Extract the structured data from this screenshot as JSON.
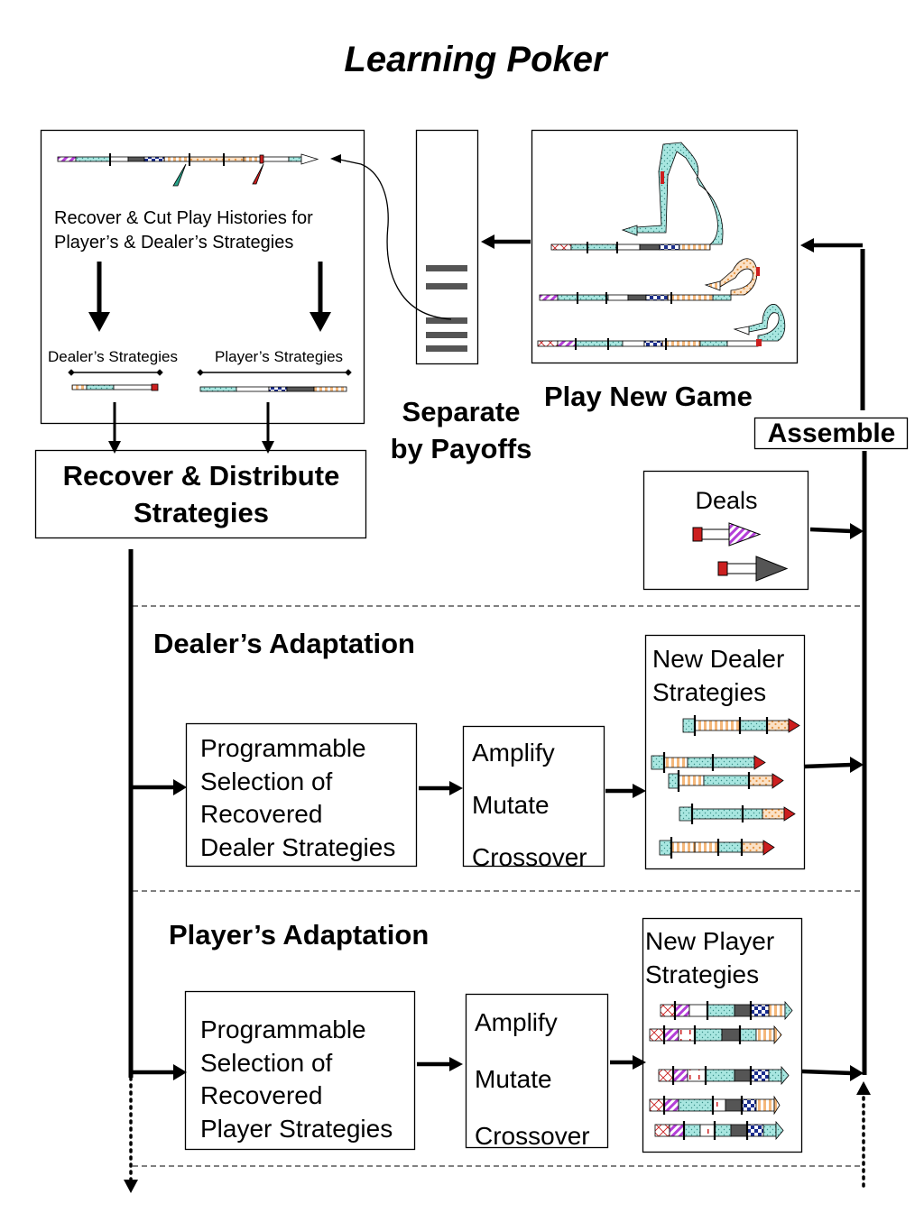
{
  "title": "Learning Poker",
  "recover_cut": {
    "line1": "Recover & Cut Play Histories for",
    "line2": "Player’s  & Dealer’s Strategies",
    "dealer_label": "Dealer’s Strategies",
    "player_label": "Player’s Strategies"
  },
  "separate": {
    "line1": "Separate",
    "line2": "by Payoffs"
  },
  "play_new_game": "Play New Game",
  "assemble": "Assemble",
  "recover_distribute": {
    "line1": "Recover & Distribute",
    "line2": "Strategies"
  },
  "deals": "Deals",
  "dealer_adaptation": {
    "heading": "Dealer’s Adaptation",
    "selection": [
      "Programmable",
      "Selection of",
      "Recovered",
      "Dealer Strategies"
    ],
    "ops": [
      "Amplify",
      "Mutate",
      "Crossover"
    ],
    "new_strategies": [
      "New Dealer",
      "Strategies"
    ]
  },
  "player_adaptation": {
    "heading": "Player’s Adaptation",
    "selection": [
      "Programmable",
      "Selection of",
      "Recovered",
      "Player Strategies"
    ],
    "ops": [
      "Amplify",
      "Mutate",
      "Crossover"
    ],
    "new_strategies": [
      "New Player",
      "Strategies"
    ]
  },
  "colors": {
    "cyan": "#a8e6e0",
    "orange": "#f4b77a",
    "purple": "#b43fd8",
    "red": "#cc1f1f",
    "dark": "#555555",
    "navy": "#1c2f8f"
  }
}
